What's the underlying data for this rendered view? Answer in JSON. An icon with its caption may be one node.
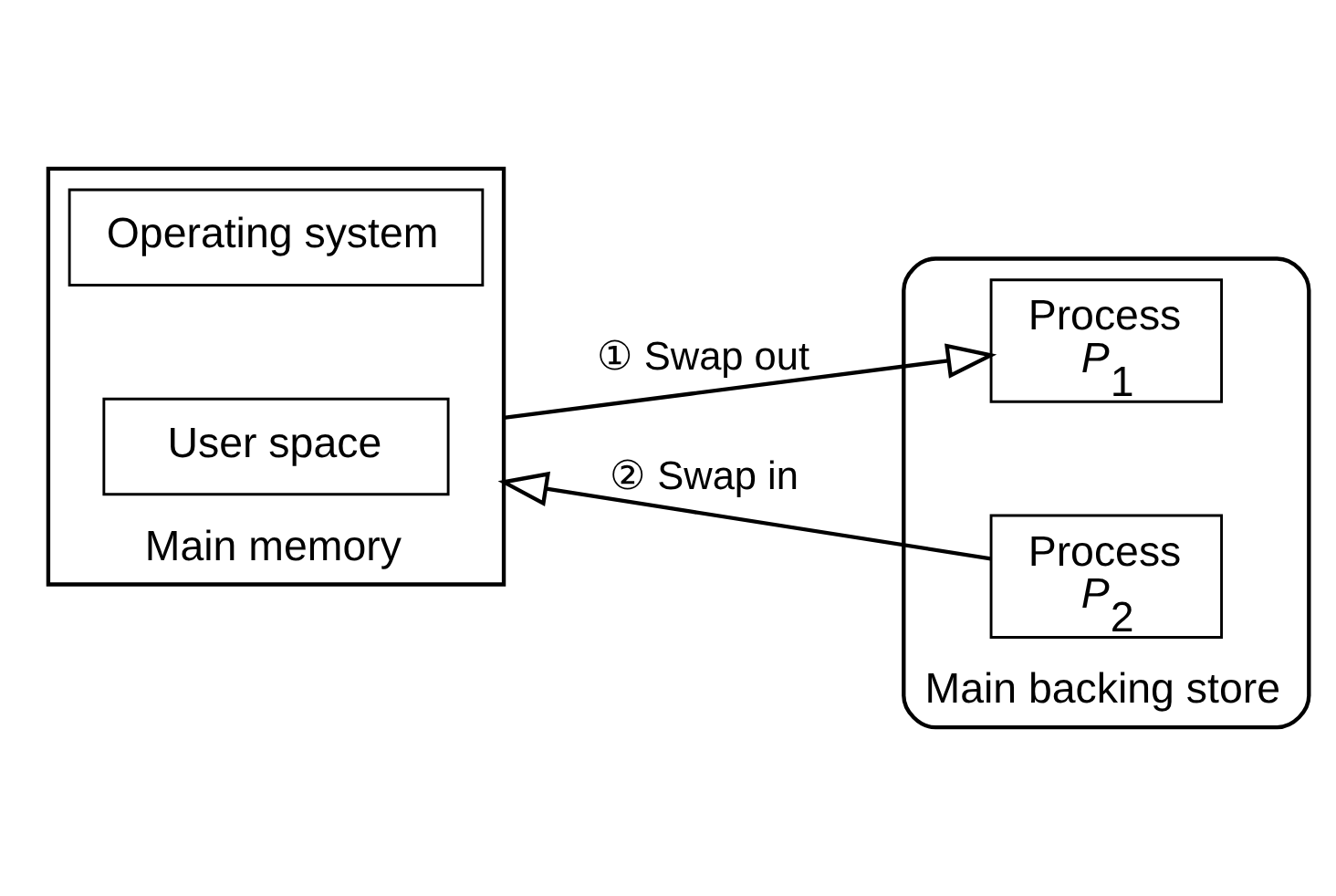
{
  "diagram": {
    "nodes": [
      {
        "text": [
          "Main memory"
        ]
      },
      {
        "text": [
          "Operating system"
        ],
        "in": 0
      },
      {
        "text": [
          "User space"
        ],
        "in": 0
      },
      {
        "text": [
          "Main backing store"
        ]
      },
      {
        "text": [
          "Process",
          "*P*$_{1}$"
        ],
        "in": 3
      },
      {
        "text": [
          "Process",
          "*P*$_{2}$"
        ],
        "in": 3
      }
    ],
    "edges": [
      {
        "from": 0,
        "to": 4,
        "arrow": "to",
        "label": "① Swap out"
      },
      {
        "from": 5,
        "to": 0,
        "arrow": "to",
        "label": "② Swap in"
      }
    ]
  }
}
